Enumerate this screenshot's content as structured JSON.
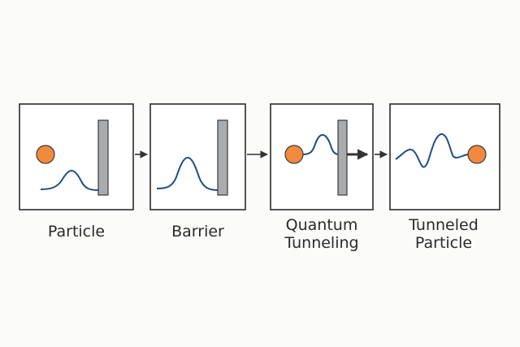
{
  "panels": [
    {
      "id": "particle",
      "caption": [
        "Particle"
      ]
    },
    {
      "id": "barrier",
      "caption": [
        "Barrier"
      ]
    },
    {
      "id": "quantum-tunneling",
      "caption": [
        "Quantum",
        "Tunneling"
      ]
    },
    {
      "id": "tunneled-particle",
      "caption": [
        "Tunneled",
        "Particle"
      ]
    }
  ],
  "colors": {
    "panel_border": "#2b2b2b",
    "panel_fill": "#ffffff",
    "particle": "#f28a3e",
    "particle_stroke": "#3a3a3a",
    "wave": "#1f4e86",
    "barrier_fill": "#a9acaf",
    "barrier_stroke": "#3a3a3a",
    "arrow": "#333333"
  }
}
